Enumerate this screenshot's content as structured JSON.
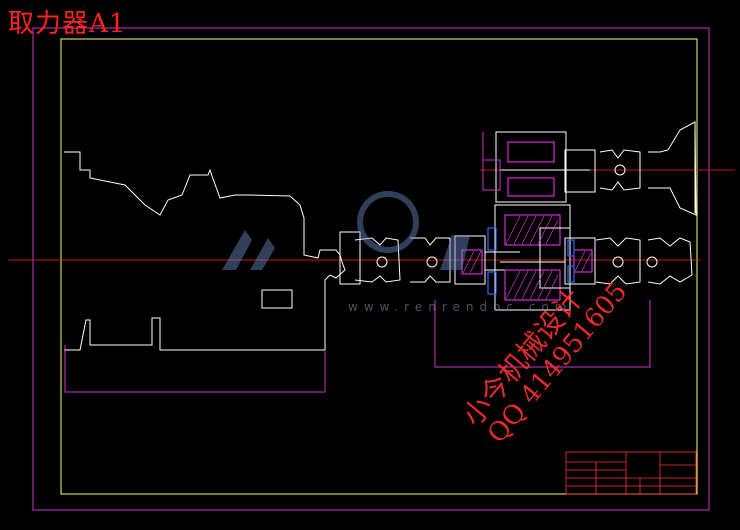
{
  "drawing": {
    "title": "取力器A1",
    "colors": {
      "background": "#000000",
      "sheet_border": "#cc33cc",
      "frame": "#ffff66",
      "outline": "#ffffff",
      "centerline": "#ff2020",
      "hatch": "#ff33ff",
      "part_blue": "#3366ff",
      "title_block": "#ff3333"
    }
  },
  "watermark": {
    "name": "小今机械设计",
    "qq": "QQ 414951605",
    "site": "www.renrendoc.com",
    "logo_icon": "renrendoc-logo-icon"
  }
}
